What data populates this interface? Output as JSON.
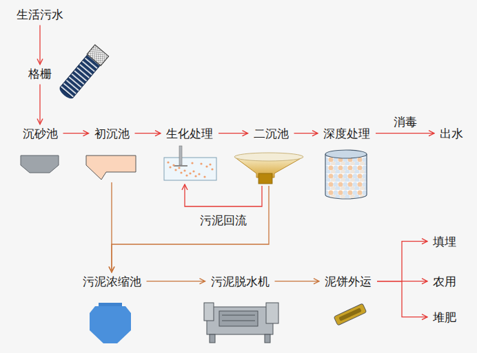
{
  "diagram": {
    "nodes": [
      {
        "text": [
          "生活污水"
        ]
      },
      {
        "text": [
          "格栅"
        ]
      },
      {
        "text": [
          "沉砂池"
        ]
      },
      {
        "text": [
          "初沉池"
        ]
      },
      {
        "text": [
          "生化处理"
        ]
      },
      {
        "text": [
          "二沉池"
        ]
      },
      {
        "text": [
          "深度处理"
        ]
      },
      {
        "text": [
          "出水"
        ]
      },
      {
        "text": [
          "污泥浓缩池"
        ]
      },
      {
        "text": [
          "污泥脱水机"
        ]
      },
      {
        "text": [
          "泥饼外运"
        ]
      },
      {
        "text": [
          "填埋"
        ]
      },
      {
        "text": [
          "农用"
        ]
      },
      {
        "text": [
          "堆肥"
        ]
      }
    ],
    "edges": [
      {
        "from": 0,
        "to": 1,
        "arrow": "to"
      },
      {
        "from": 1,
        "to": 2,
        "arrow": "to"
      },
      {
        "from": 2,
        "to": 3,
        "arrow": "to"
      },
      {
        "from": 3,
        "to": 4,
        "arrow": "to"
      },
      {
        "from": 4,
        "to": 5,
        "arrow": "to"
      },
      {
        "from": 5,
        "to": 6,
        "arrow": "to"
      },
      {
        "from": 6,
        "to": 7,
        "label": "消毒",
        "arrow": "to"
      },
      {
        "from": 5,
        "to": 4,
        "label": "污泥回流",
        "arrow": "to"
      },
      {
        "from": 3,
        "to": 8,
        "arrow": "to"
      },
      {
        "from": 5,
        "to": 8,
        "arrow": "to"
      },
      {
        "from": 8,
        "to": 9,
        "arrow": "to"
      },
      {
        "from": 9,
        "to": 10,
        "arrow": "to"
      },
      {
        "from": 10,
        "to": 11,
        "arrow": "to"
      },
      {
        "from": 10,
        "to": 12,
        "arrow": "to"
      },
      {
        "from": 10,
        "to": 13,
        "arrow": "to"
      }
    ]
  }
}
